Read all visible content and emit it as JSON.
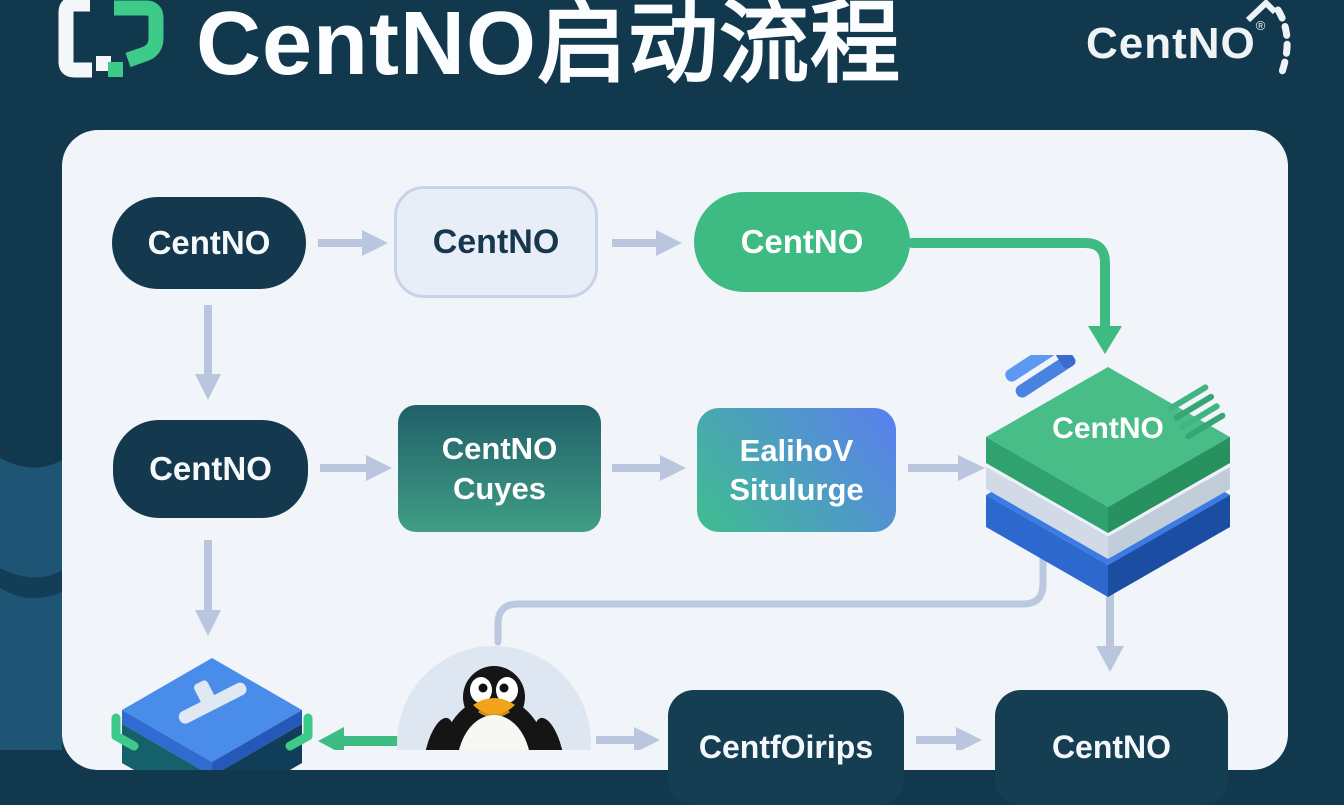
{
  "header": {
    "title": "CentNO启动流程",
    "brand": "CentNO",
    "brand_reg": "®"
  },
  "flow": {
    "row1": {
      "node1": "CentNO",
      "node2": "CentNO",
      "node3": "CentNO"
    },
    "row2": {
      "node1": "CentNO",
      "node2": {
        "line1": "CentNO",
        "line2": "Cuyes"
      },
      "node3": {
        "line1": "EalihoV",
        "line2": "Situlurge"
      }
    },
    "stack": {
      "label": "CentNO"
    },
    "bottom": {
      "node1": "CentfOirips",
      "node2": "CentNO"
    }
  },
  "colors": {
    "background": "#12384e",
    "panel": "#f1f5f9",
    "node_dark": "#14384e",
    "node_green": "#3dbb83",
    "arrow_light": "#b9c6de",
    "arrow_green": "#3dbb83",
    "teal_box_top": "#215f69",
    "teal_box_bottom": "#3f9e85",
    "blue_box_start": "#3fbe8e",
    "blue_box_end": "#5a7ef0"
  }
}
